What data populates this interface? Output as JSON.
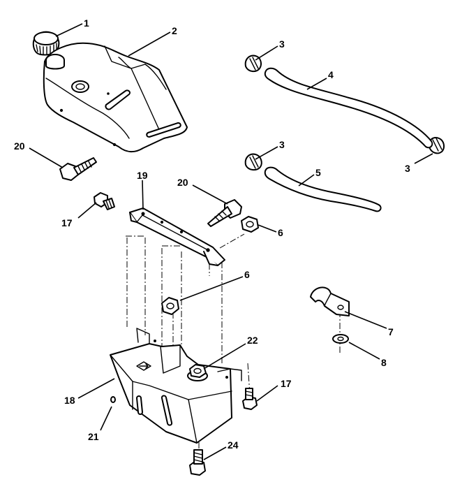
{
  "callouts": [
    "1",
    "2",
    "3",
    "3",
    "3",
    "4",
    "5",
    "6",
    "6",
    "7",
    "8",
    "17",
    "17",
    "18",
    "19",
    "20",
    "20",
    "21",
    "22",
    "24"
  ]
}
